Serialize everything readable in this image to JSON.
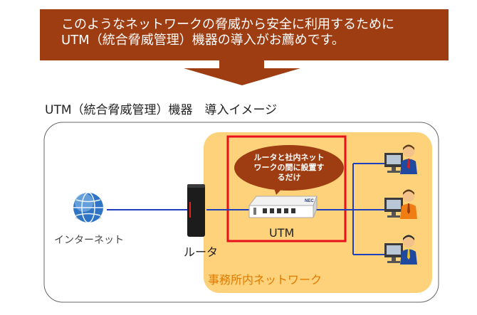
{
  "banner": {
    "line1": "このようなネットワークの脅威から安全に利用するために",
    "line2": "UTM（統合脅威管理）機器の導入がお薦めです。"
  },
  "section_title": "UTM（統合脅威管理）機器　導入イメージ",
  "diagram": {
    "internet_label": "インターネット",
    "router_label": "ルータ",
    "utm_label": "UTM",
    "office_network_label": "事務所内ネットワーク",
    "callout_lines": [
      "ルータと社内ネット",
      "ワークの間に設置す",
      "るだけ"
    ],
    "device_brand": "NEC"
  },
  "colors": {
    "banner": "#9e3d12",
    "office_area": "#fdd27a",
    "highlight_box": "#e8101a",
    "network_line": "#1f3fbf",
    "callout": "#9e3d12",
    "office_label": "#e07a00"
  }
}
